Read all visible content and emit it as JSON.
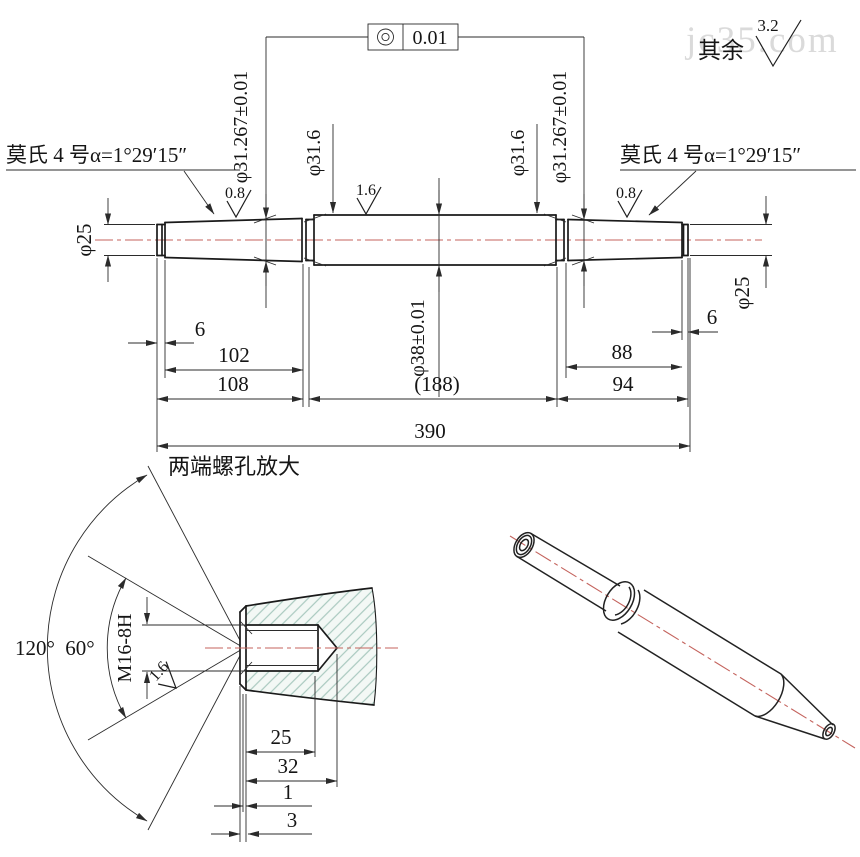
{
  "watermark": "jc35.com",
  "header": {
    "tolerance_symbol": "concentricity-icon",
    "tolerance_value": "0.01",
    "surface_note_prefix": "其余",
    "surface_note_value": "3.2"
  },
  "labels": {
    "morse_left": "莫氏 4 号α=1°29′15″",
    "morse_right": "莫氏 4 号α=1°29′15″",
    "roughness_left": "0.8",
    "roughness_mid": "1.6",
    "roughness_right": "0.8",
    "dia_taper_left": "φ31.267±0.01",
    "dia_taper_right": "φ31.267±0.01",
    "dia_neck_left": "φ31.6",
    "dia_neck_right": "φ31.6",
    "dia_body": "φ38±0.01",
    "dia_end_left": "φ25",
    "dia_end_right": "φ25"
  },
  "dimensions": {
    "end_groove_left": "6",
    "taper_left": "102",
    "left_section": "108",
    "body_ref": "(188)",
    "taper_right": "88",
    "right_section": "94",
    "end_groove_right": "6",
    "overall": "390"
  },
  "detail": {
    "title": "两端螺孔放大",
    "angle_outer": "120°",
    "angle_inner": "60°",
    "thread": "M16-8H",
    "roughness": "1.6",
    "thread_depth": "25",
    "hole_depth": "32",
    "chamfer": "1",
    "countersink": "3"
  },
  "colors": {
    "centerline": "#c4635d",
    "hatch": "#a9c9bf",
    "watermark": "#dadada"
  }
}
